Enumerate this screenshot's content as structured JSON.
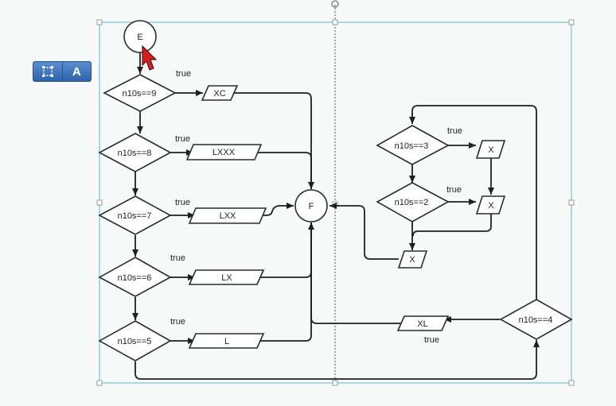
{
  "toolbar": {
    "text_tool_label": "A",
    "select_tool_icon": "select-frame-icon"
  },
  "nodes": {
    "start": "E",
    "join": "F",
    "d9": "n10s==9",
    "d8": "n10s==8",
    "d7": "n10s==7",
    "d6": "n10s==6",
    "d5": "n10s==5",
    "d4": "n10s==4",
    "d3": "n10s==3",
    "d2": "n10s==2",
    "o_xc": "XC",
    "o_lxxx": "LXXX",
    "o_lxx": "LXX",
    "o_lx": "LX",
    "o_l": "L",
    "o_xl": "XL",
    "o_x3": "X",
    "o_x2": "X",
    "o_x": "X"
  },
  "edge_labels": {
    "true": "true"
  },
  "colors": {
    "stroke": "#1f1f1f",
    "selection": "#4fb6d8",
    "cursor": "#d42020"
  }
}
